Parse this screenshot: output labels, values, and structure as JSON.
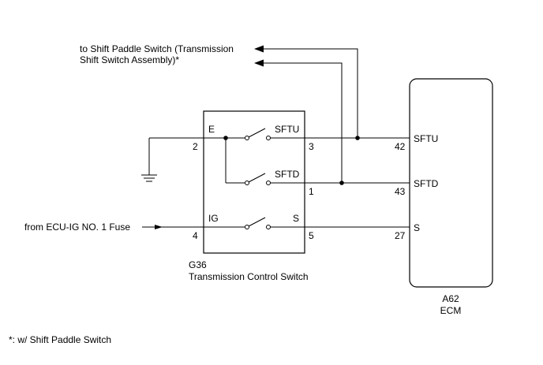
{
  "to_paddle_note": {
    "line1": "to Shift Paddle Switch (Transmission",
    "line2": "Shift Switch Assembly)*"
  },
  "from_fuse_label": "from ECU-IG NO. 1 Fuse",
  "switch_component": {
    "code": "G36",
    "name": "Transmission Control Switch",
    "terminals": {
      "e_label": "E",
      "ig_label": "IG",
      "sftu_label": "SFTU",
      "sftd_label": "SFTD",
      "s_label": "S",
      "pin_e": "2",
      "pin_sftu": "3",
      "pin_sftd": "1",
      "pin_ig": "4",
      "pin_s": "5"
    }
  },
  "ecm_component": {
    "code": "A62",
    "name": "ECM",
    "terminals": {
      "sftu_label": "SFTU",
      "sftd_label": "SFTD",
      "s_label": "S",
      "pin_sftu": "42",
      "pin_sftd": "43",
      "pin_s": "27"
    }
  },
  "footnote": "*: w/ Shift Paddle Switch"
}
